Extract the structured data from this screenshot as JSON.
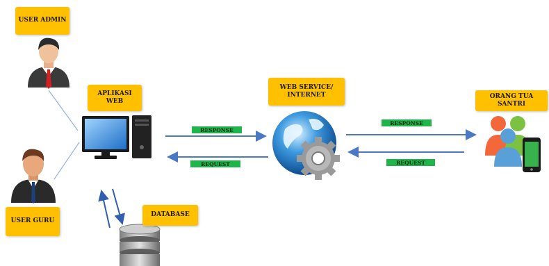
{
  "nodes": {
    "user_admin": "USER ADMIN",
    "aplikasi_web": "APLIKASI\nWEB",
    "web_service": "WEB SERVICE/\nINTERNET",
    "orang_tua": "ORANG TUA SANTRI",
    "user_guru": "USER GURU",
    "database": "DATABASE"
  },
  "edges": {
    "response_left": "RESPONSE",
    "request_left": "REQUEST",
    "response_right": "RESPONSE",
    "request_right": "REQUEST"
  },
  "colors": {
    "label_fill": "#ffc000",
    "edge_tag_fill": "#1fb54a",
    "arrow": "#4a78c2"
  },
  "icons": {
    "admin": "user-admin-icon",
    "guru": "user-guru-icon",
    "computer": "computer-icon",
    "globe": "globe-gear-icon",
    "parents": "parents-phone-icon",
    "database": "database-icon"
  }
}
